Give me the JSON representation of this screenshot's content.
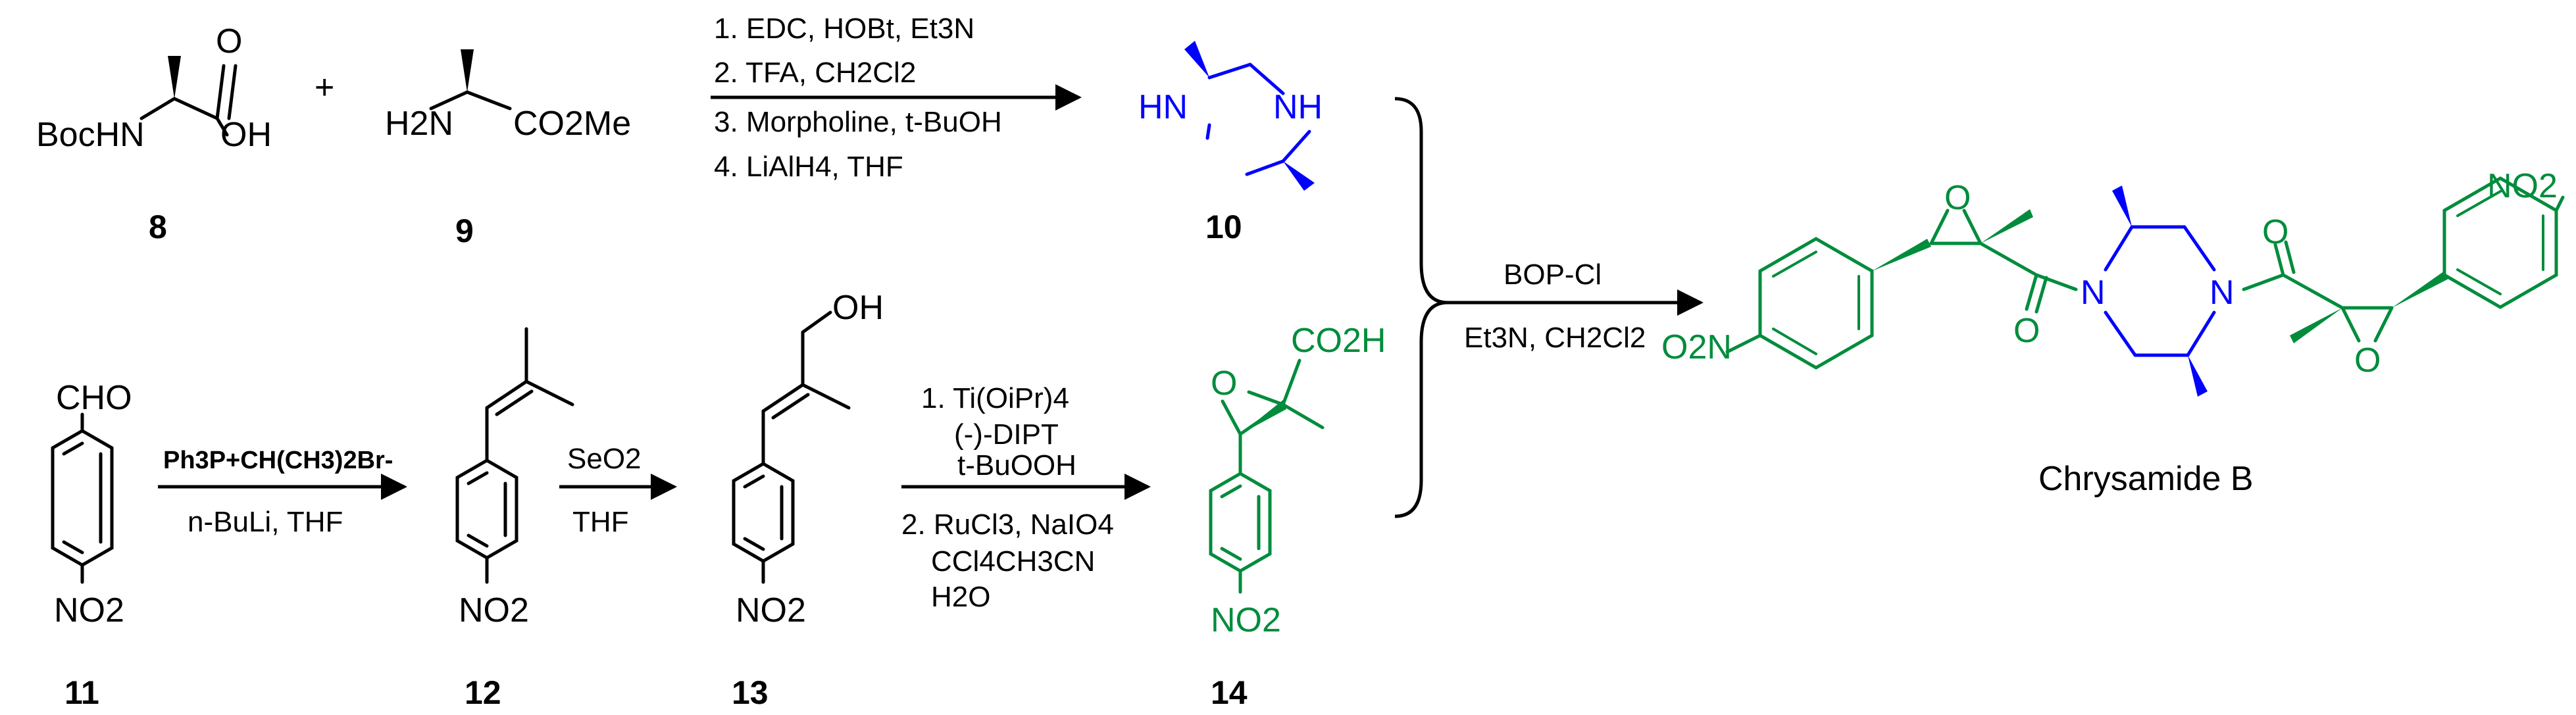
{
  "colors": {
    "text": "#000000",
    "piperazine": "#0000ff",
    "epoxide": "#008c3c"
  },
  "compounds": {
    "c8": {
      "number": "8",
      "labels": {
        "bochn": "BocHN",
        "oh": "OH",
        "o": "O"
      }
    },
    "c9": {
      "number": "9",
      "labels": {
        "h2n": "H2N",
        "co2me": "CO2Me"
      }
    },
    "c10": {
      "number": "10",
      "labels": {
        "hn": "HN",
        "nh": "NH"
      }
    },
    "c11": {
      "number": "11",
      "labels": {
        "cho": "CHO",
        "no2": "NO2"
      }
    },
    "c12": {
      "number": "12",
      "labels": {
        "no2": "NO2"
      }
    },
    "c13": {
      "number": "13",
      "labels": {
        "oh": "OH",
        "no2": "NO2"
      }
    },
    "c14": {
      "number": "14",
      "labels": {
        "co2h": "CO2H",
        "o": "O",
        "no2": "NO2"
      }
    },
    "product": {
      "name": "Chrysamide B",
      "labels": {
        "o2n": "O2N",
        "no2": "NO2",
        "o": "O",
        "n": "N"
      }
    }
  },
  "plus_sign": "+",
  "reactions": {
    "r1": [
      "1. EDC, HOBt, Et3N",
      "2. TFA, CH2Cl2",
      "3. Morpholine, t-BuOH",
      "4. LiAlH4, THF"
    ],
    "r2": {
      "above": "Ph3P+CH(CH3)2Br-",
      "below": "n-BuLi, THF"
    },
    "r3": {
      "above": "SeO2",
      "below": "THF"
    },
    "r4": [
      "1. Ti(OiPr)4",
      "(-)-DIPT",
      "t-BuOOH",
      "2. RuCl3, NaIO4",
      "CCl4CH3CN",
      "H2O"
    ],
    "r5": {
      "above": "BOP-Cl",
      "below": "Et3N, CH2Cl2"
    }
  }
}
